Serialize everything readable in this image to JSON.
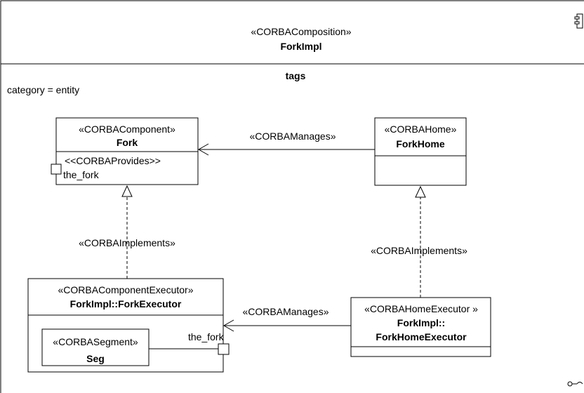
{
  "composition": {
    "stereotype": "«CORBAComposition»",
    "name": "ForkImpl",
    "tags_header": "tags",
    "tag_value": "category = entity"
  },
  "fork": {
    "stereotype": "«CORBAComponent»",
    "name": "Fork",
    "port_stereotype": "<<CORBAProvides>>",
    "port_name": "the_fork"
  },
  "fork_home": {
    "stereotype": "«CORBAHome»",
    "name": "ForkHome"
  },
  "fork_executor": {
    "stereotype": "«CORBAComponentExecutor»",
    "name": "ForkImpl::ForkExecutor",
    "segment_stereotype": "«CORBASegment»",
    "segment_name": "Seg",
    "port_name": "the_fork"
  },
  "fork_home_executor": {
    "stereotype": "«CORBAHomeExecutor »",
    "name_line1": "ForkImpl::",
    "name_line2": "ForkHomeExecutor"
  },
  "relations": {
    "manages_top": "«CORBAManages»",
    "manages_bottom": "«CORBAManages»",
    "implements_left": "«CORBAImplements»",
    "implements_right": "«CORBAImplements»"
  },
  "icons": {
    "component": "component-icon",
    "link": "link-icon"
  }
}
